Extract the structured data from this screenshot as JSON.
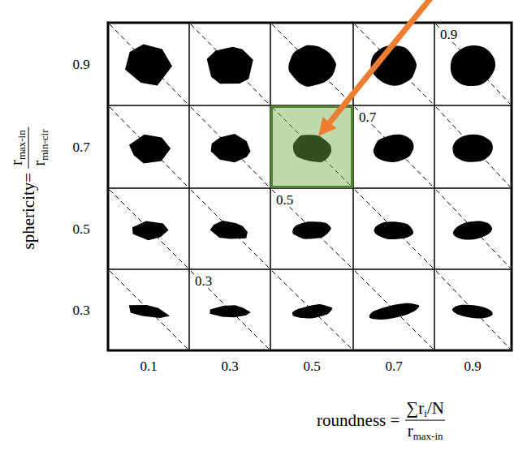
{
  "diagram": {
    "labels": [
      "0.9",
      "0.7",
      "0.5",
      "0.3",
      "0.1",
      "0.3",
      "0.5",
      "0.7",
      "0.9",
      "0.9",
      "0.7",
      "0.5",
      "0.3",
      "sphericity=",
      "r",
      "max-in",
      "r",
      "min-cir",
      "roundness =",
      "∑r",
      "i",
      "/N",
      "r",
      "max-in"
    ]
  }
}
